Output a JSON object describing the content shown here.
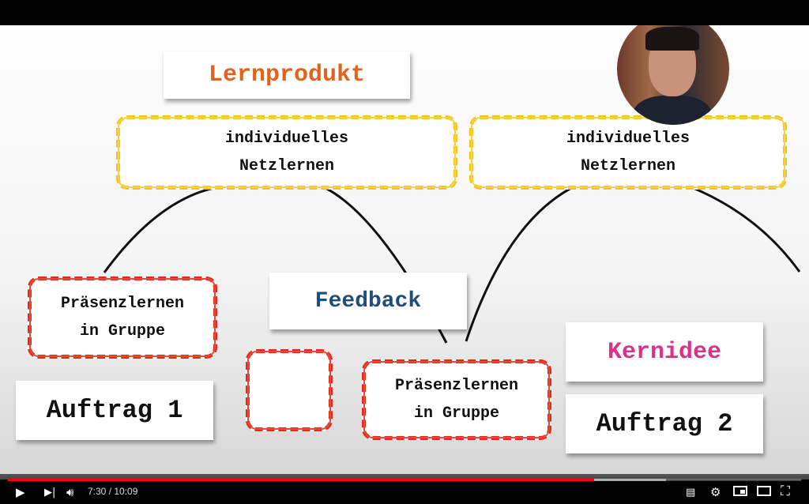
{
  "slide": {
    "lernprodukt": "Lernprodukt",
    "netz1_line1": "individuelles",
    "netz1_line2": "Netzlernen",
    "netz2_line1": "individuelles",
    "netz2_line2": "Netzlernen",
    "praesenz1_line1": "Präsenzlernen",
    "praesenz1_line2": "in Gruppe",
    "feedback": "Feedback",
    "praesenz2_line1": "Präsenzlernen",
    "praesenz2_line2": "in Gruppe",
    "kernidee": "Kernidee",
    "auftrag1": "Auftrag 1",
    "auftrag2": "Auftrag 2"
  },
  "colors": {
    "lernprodukt": "#e2621b",
    "feedback": "#1d4e7a",
    "kernidee": "#d8338a",
    "progress": "#ff0000"
  },
  "player": {
    "current_time": "7:30",
    "duration": "10:09",
    "time_display": "7:30 / 10:09",
    "progress_fraction": 0.739,
    "icons": [
      "play-icon",
      "next-icon",
      "volume-icon",
      "subtitles-icon",
      "settings-icon",
      "miniplayer-icon",
      "theater-icon",
      "fullscreen-icon"
    ]
  }
}
